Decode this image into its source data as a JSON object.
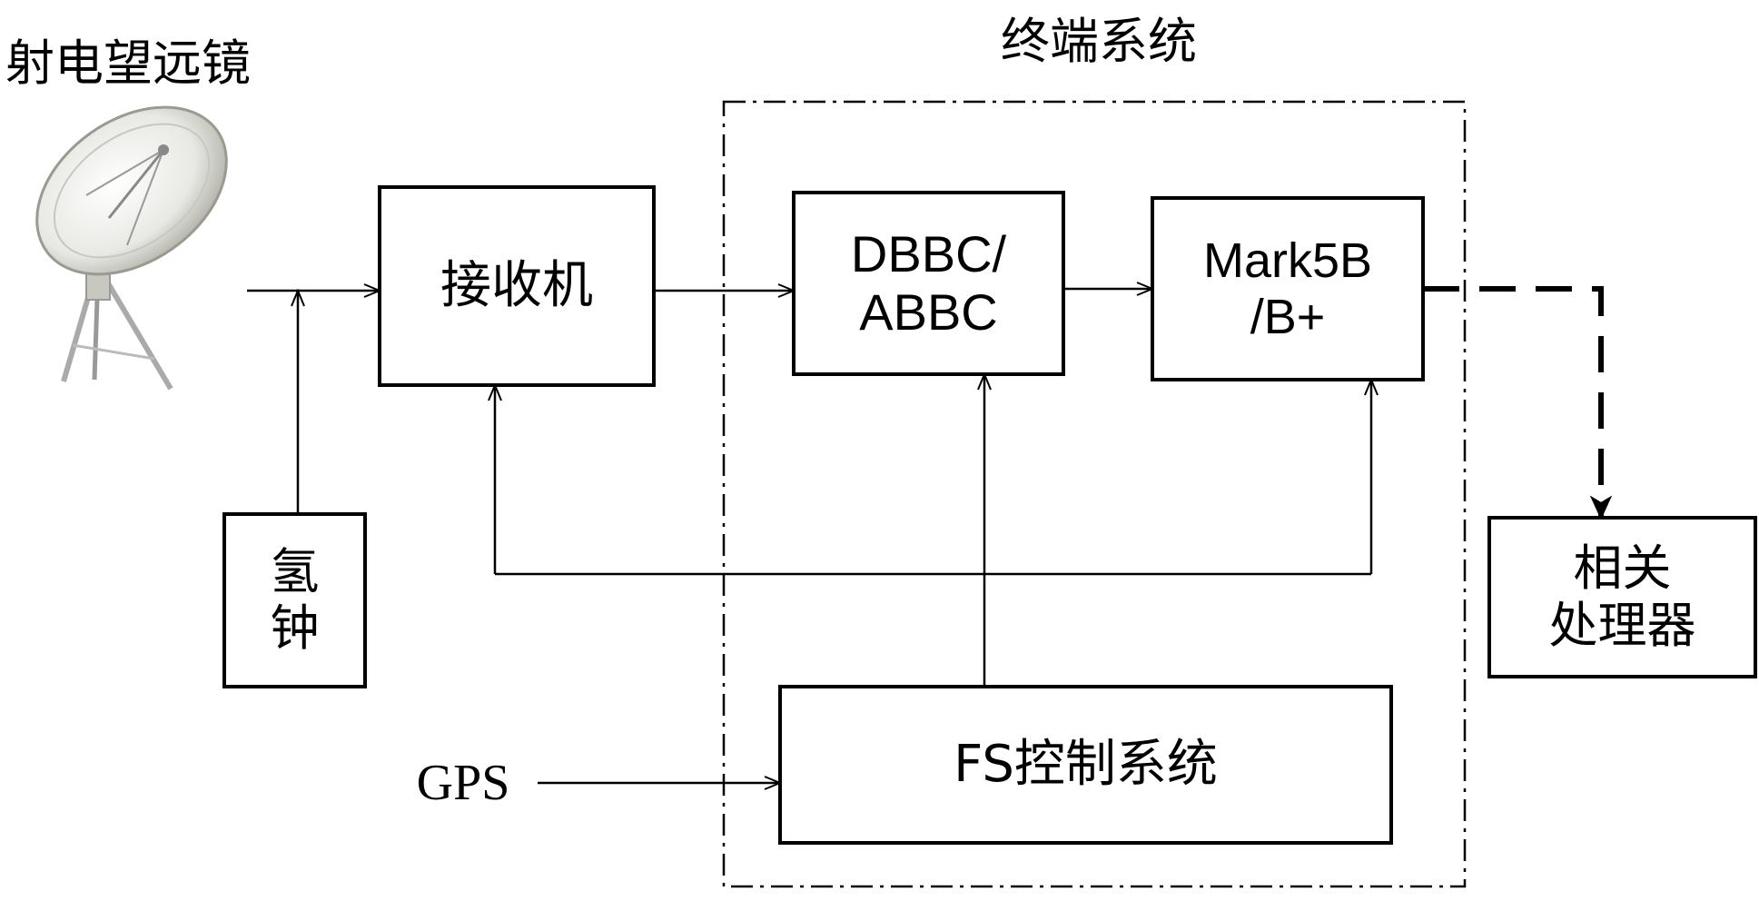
{
  "telescope": {
    "title": "射电望远镜",
    "icon": "radio-telescope-dish-icon"
  },
  "terminal_system": {
    "title": "终端系统"
  },
  "blocks": {
    "receiver": "接收机",
    "hydrogen_clock": [
      "氢",
      "钟"
    ],
    "dbbc": [
      "DBBC/",
      "ABBC"
    ],
    "mark5b": [
      "Mark5B",
      "/B+"
    ],
    "correlator": [
      "相关",
      "处理器"
    ],
    "fs_control": "FS控制系统"
  },
  "inputs": {
    "gps": "GPS"
  }
}
